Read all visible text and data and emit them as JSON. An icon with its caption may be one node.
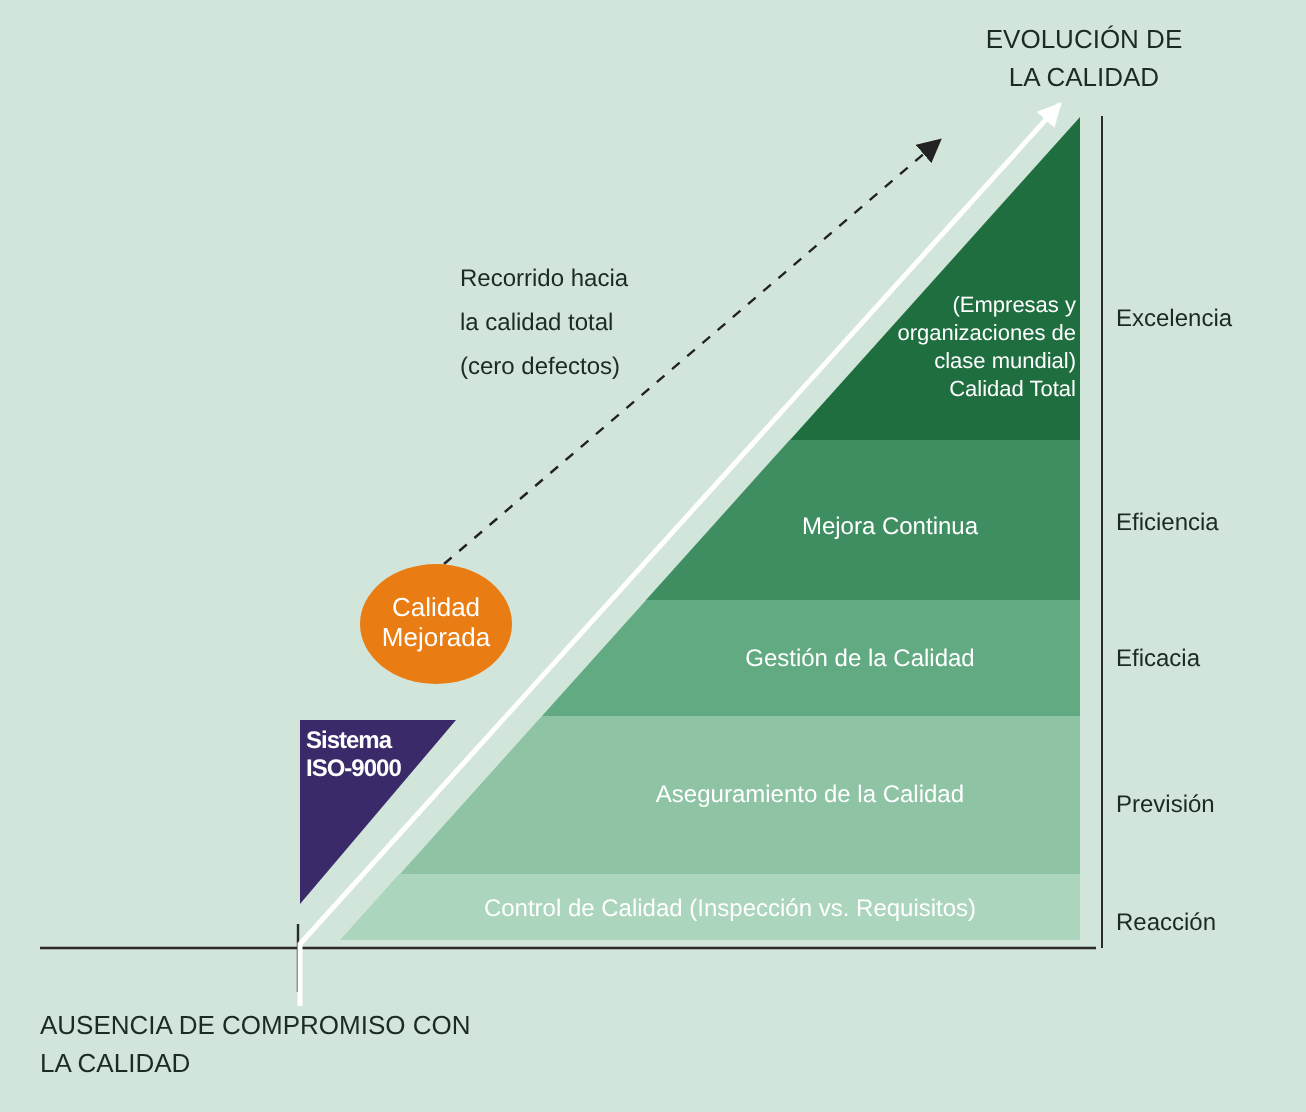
{
  "diagram": {
    "nodes": [
      {
        "text": [
          "EVOLUCIÓN DE LA CALIDAD"
        ]
      },
      {
        "text": [
          "(Empresas y organizaciones de clase mundial) Calidad Total"
        ],
        "beside": [
          "Excelencia"
        ]
      },
      {
        "text": [
          "Mejora Continua"
        ],
        "beside": [
          "Eficiencia"
        ]
      },
      {
        "text": [
          "Gestión de la Calidad"
        ],
        "beside": [
          "Eficacia"
        ]
      },
      {
        "text": [
          "Calidad Mejorada"
        ]
      },
      {
        "text": [
          "Sistema ISO-9000"
        ]
      },
      {
        "text": [
          "Aseguramiento de la Calidad"
        ],
        "beside": [
          "Previsión"
        ]
      },
      {
        "text": [
          "Control de Calidad (Inspección vs. Requisitos)"
        ],
        "beside": [
          "Reacción"
        ]
      },
      {
        "text": [
          "AUSENCIA DE COMPROMISO CON LA CALIDAD"
        ]
      }
    ],
    "edges": [
      {
        "from": 8,
        "to": 0,
        "arrow": "to"
      },
      {
        "from": 4,
        "to": null,
        "arrow": "to",
        "style": "dashed",
        "color": "#222222",
        "label": "Recorrido hacia la calidad total (cero defectos)"
      }
    ]
  }
}
